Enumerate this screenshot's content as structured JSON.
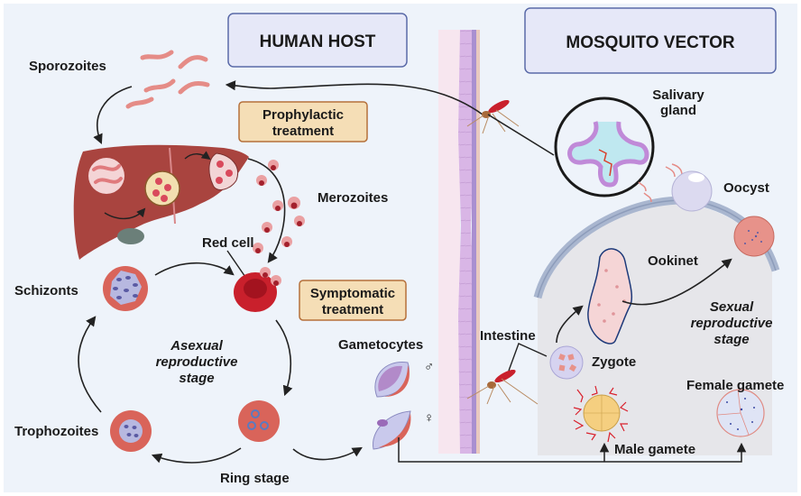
{
  "title": "Malaria parasite life cycle",
  "headers": {
    "human_host": "HUMAN HOST",
    "mosquito_vector": "MOSQUITO VECTOR"
  },
  "treatments": {
    "prophylactic": [
      "Prophylactic",
      "treatment"
    ],
    "symptomatic": [
      "Symptomatic",
      "treatment"
    ]
  },
  "labels": {
    "sporozoites": "Sporozoites",
    "merozoites": "Merozoites",
    "red_cell": "Red cell",
    "schizonts": "Schizonts",
    "trophozoites": "Trophozoites",
    "ring_stage": "Ring stage",
    "gametocytes": "Gametocytes",
    "male_symbol": "♂",
    "female_symbol": "♀",
    "salivary_gland": [
      "Salivary",
      "gland"
    ],
    "oocyst": "Oocyst",
    "ookinet": "Ookinet",
    "intestine": "Intestine",
    "zygote": "Zygote",
    "female_gamete": "Female gamete",
    "male_gamete": "Male gamete"
  },
  "stages": {
    "asexual": [
      "Asexual",
      "reproductive",
      "stage"
    ],
    "sexual": [
      "Sexual",
      "reproductive",
      "stage"
    ]
  },
  "colors": {
    "background": "#eef3fa",
    "header_fill": "#e6e8f8",
    "header_stroke": "#5a6aa8",
    "treatment_fill": "#f5deb6",
    "treatment_stroke": "#b5703a",
    "liver": "#a9443f",
    "rbc": "#d9645a",
    "red_cell": "#c9202c",
    "skin": "#d8b4e2",
    "gut_fill": "#e6e6ea",
    "gut_wall": "#a9b6cf",
    "parasite": "#e88a86"
  }
}
